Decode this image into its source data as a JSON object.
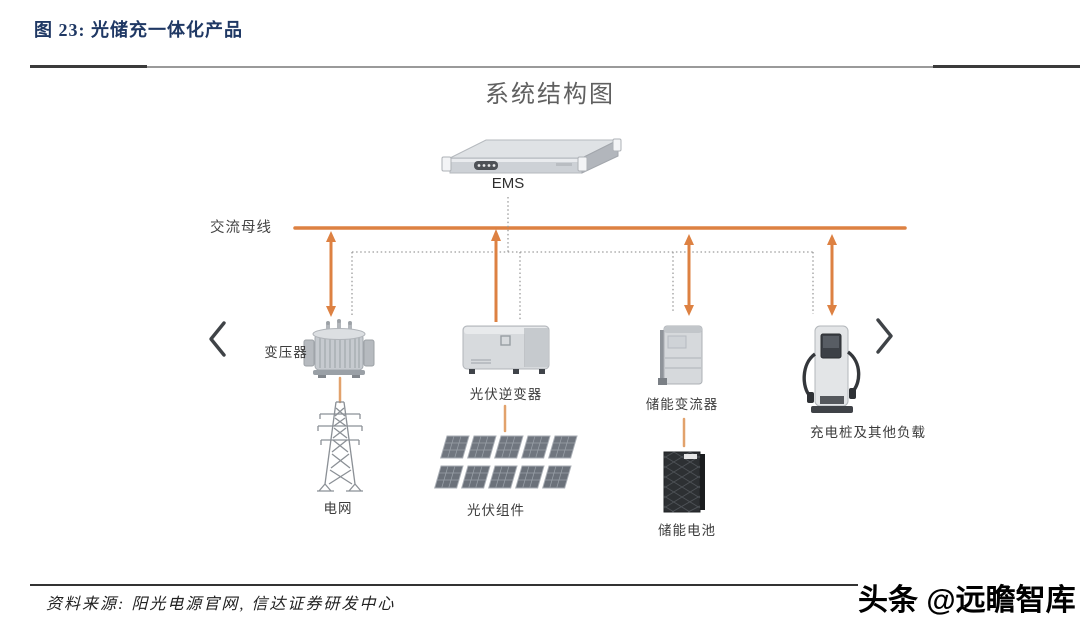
{
  "figure": {
    "title": "图 23: 光储充一体化产品",
    "source": "资料来源: 阳光电源官网, 信达证券研发中心"
  },
  "watermark": "头条 @远瞻智库",
  "diagram": {
    "title": "系统结构图",
    "bus_label": "交流母线",
    "nodes": {
      "ems": "EMS",
      "transformer": "变压器",
      "pv_inverter": "光伏逆变器",
      "storage_converter": "储能变流器",
      "charging_pile": "充电桩及其他负载",
      "grid": "电网",
      "pv_modules": "光伏组件",
      "battery": "储能电池"
    },
    "connections": [
      {
        "from": "ems",
        "to": "ac_bus",
        "style": "dotted"
      },
      {
        "from": "ac_bus",
        "to": "transformer",
        "style": "orange-double-arrow"
      },
      {
        "from": "pv_inverter",
        "to": "ac_bus",
        "style": "orange-up-arrow"
      },
      {
        "from": "ac_bus",
        "to": "storage_converter",
        "style": "orange-double-arrow"
      },
      {
        "from": "ac_bus",
        "to": "charging_pile",
        "style": "orange-double-arrow"
      },
      {
        "from": "ems",
        "to": "transformer",
        "style": "dotted"
      },
      {
        "from": "ems",
        "to": "pv_inverter",
        "style": "dotted"
      },
      {
        "from": "ems",
        "to": "storage_converter",
        "style": "dotted"
      },
      {
        "from": "ems",
        "to": "charging_pile",
        "style": "dotted"
      },
      {
        "from": "transformer",
        "to": "grid",
        "style": "plain-line"
      },
      {
        "from": "pv_inverter",
        "to": "pv_modules",
        "style": "plain-line"
      },
      {
        "from": "storage_converter",
        "to": "battery",
        "style": "plain-line"
      }
    ],
    "colors": {
      "bus_orange": "#DD8142",
      "thin_connector": "#E2A26C",
      "dotted_gray": "#9c9c9c",
      "label_gray": "#3c3c3c",
      "title_navy": "#1f3864"
    }
  }
}
